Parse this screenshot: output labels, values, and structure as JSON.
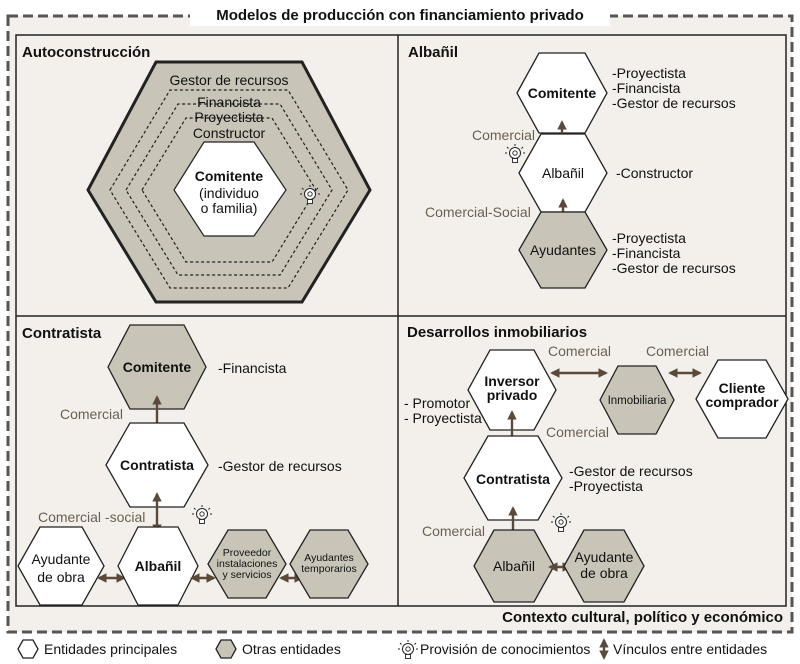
{
  "title": "Modelos de producción con financiamiento privado",
  "context_label": "Contexto cultural, político y económico",
  "colors": {
    "main_entity": "#ffffff",
    "other_entity": "#c8c4b8",
    "frame_bg": "#f3f0eb",
    "arrow": "#5a4a3a",
    "relation_text": "#6b5f52"
  },
  "panels": {
    "autoconstruccion": {
      "title": "Autoconstrucción",
      "rings": [
        "Gestor de recursos",
        "Financista",
        "Proyectista",
        "Constructor"
      ],
      "center_title": "Comitente",
      "center_sub1": "(individuo",
      "center_sub2": "o familia)"
    },
    "albanil": {
      "title": "Albañil",
      "comitente": "Comitente",
      "comitente_roles": [
        "-Proyectista",
        "-Financista",
        "-Gestor de recursos"
      ],
      "rel1": "Comercial",
      "albanil": "Albañil",
      "albanil_roles": [
        "-Constructor"
      ],
      "rel2": "Comercial-Social",
      "ayudantes": "Ayudantes",
      "ayudantes_roles": [
        "-Proyectista",
        "-Financista",
        "-Gestor de recursos"
      ]
    },
    "contratista": {
      "title": "Contratista",
      "comitente": "Comitente",
      "comitente_role": "-Financista",
      "rel1": "Comercial",
      "contratista": "Contratista",
      "contratista_role": "-Gestor de recursos",
      "rel2": "Comercial -social",
      "ayudante_1": "Ayudante",
      "ayudante_2": "de obra",
      "albanil": "Albañil",
      "proveedor_1": "Proveedor",
      "proveedor_2": "instalaciones",
      "proveedor_3": "y servicios",
      "temporarios_1": "Ayudantes",
      "temporarios_2": "temporarios"
    },
    "desarrollos": {
      "title": "Desarrollos inmobiliarios",
      "inversor_1": "Inversor",
      "inversor_2": "privado",
      "inversor_roles": [
        "- Promotor",
        "- Proyectista"
      ],
      "rel_comercial_1": "Comercial",
      "rel_comercial_2": "Comercial",
      "inmobiliaria": "Inmobiliaria",
      "cliente_1": "Cliente",
      "cliente_2": "comprador",
      "rel_comercial_3": "Comercial",
      "contratista": "Contratista",
      "contratista_roles": [
        "-Gestor de recursos",
        "-Proyectista"
      ],
      "rel_comercial_4": "Comercial",
      "albanil": "Albañil",
      "ayudante_1": "Ayudante",
      "ayudante_2": "de obra"
    }
  },
  "legend": {
    "main": "Entidades principales",
    "other": "Otras entidades",
    "knowledge": "Provisión de conocimientos",
    "links": "Vínculos entre entidades"
  }
}
